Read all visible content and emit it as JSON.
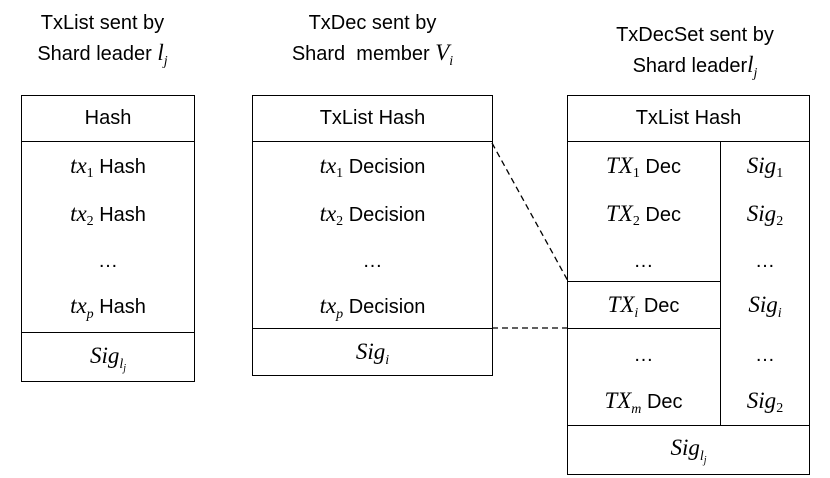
{
  "titles": {
    "list": {
      "line1": "TxList sent by",
      "line2": "Shard leader",
      "sym": "l",
      "sub": "j"
    },
    "dec": {
      "line1": "TxDec sent by",
      "line2": "Shard  member",
      "sym": "V",
      "sub": "i"
    },
    "set": {
      "line1": "TxDecSet sent by",
      "line2": "Shard leader",
      "sym": "l",
      "sub": "j"
    }
  },
  "list_box": {
    "header": "Hash",
    "rows": [
      {
        "sym": "tx",
        "sub": "1",
        "text": "Hash"
      },
      {
        "sym": "tx",
        "sub": "2",
        "text": "Hash"
      },
      {
        "ellipsis": "…"
      },
      {
        "sym": "tx",
        "sub": "p",
        "text": "Hash"
      }
    ],
    "footer": {
      "sym": "Sig",
      "sub": "l",
      "subsub": "j"
    }
  },
  "dec_box": {
    "header": "TxList Hash",
    "rows": [
      {
        "sym": "tx",
        "sub": "1",
        "text": "Decision"
      },
      {
        "sym": "tx",
        "sub": "2",
        "text": "Decision"
      },
      {
        "ellipsis": "…"
      },
      {
        "sym": "tx",
        "sub": "p",
        "text": "Decision"
      }
    ],
    "footer": {
      "sym": "Sig",
      "sub": "i"
    }
  },
  "set_box": {
    "header": "TxList Hash",
    "rows": [
      {
        "dec_sym": "TX",
        "dec_sub": "1",
        "dec_text": "Dec",
        "sig_sym": "Sig",
        "sig_sub": "1"
      },
      {
        "dec_sym": "TX",
        "dec_sub": "2",
        "dec_text": "Dec",
        "sig_sym": "Sig",
        "sig_sub": "2"
      },
      {
        "dec_ellipsis": "…",
        "sig_ellipsis": "…"
      },
      {
        "dec_sym": "TX",
        "dec_sub": "i",
        "dec_text": "Dec",
        "sig_sym": "Sig",
        "sig_sub": "i"
      },
      {
        "dec_ellipsis": "…",
        "sig_ellipsis": "…"
      },
      {
        "dec_sym": "TX",
        "dec_sub": "m",
        "dec_text": "Dec",
        "sig_sym": "Sig",
        "sig_sub": "2"
      }
    ],
    "footer": {
      "sym": "Sig",
      "sub": "l",
      "subsub": "j"
    }
  }
}
